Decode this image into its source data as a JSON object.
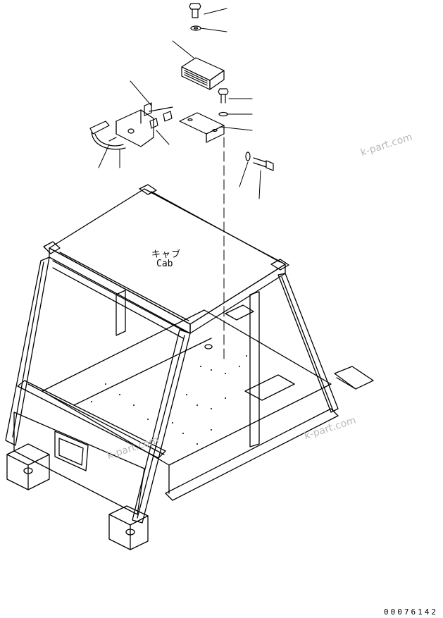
{
  "labels": {
    "cab_japanese": "キャブ",
    "cab_english": "Cab",
    "drawing_number": "00076142"
  },
  "watermarks": [
    "k-part.com",
    "k-part.com",
    "k-part.com"
  ],
  "colors": {
    "line": "#000000",
    "background": "#ffffff",
    "watermark": "#b8b8b8"
  }
}
